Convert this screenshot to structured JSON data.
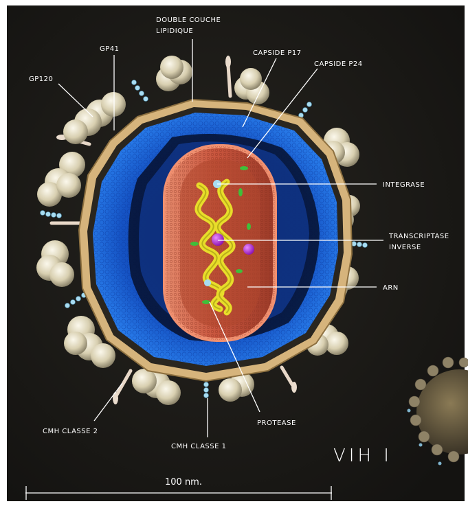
{
  "labels": {
    "double_couche_line1": "DOUBLE COUCHE",
    "double_couche_line2": "LIPIDIQUE",
    "gp41": "GP41",
    "gp120": "GP120",
    "capside_p17": "CAPSIDE P17",
    "capside_p24": "CAPSIDE P24",
    "integrase": "INTEGRASE",
    "transcriptase_line1": "TRANSCRIPTASE",
    "transcriptase_line2": "INVERSE",
    "arn": "ARN",
    "protease": "PROTEASE",
    "cmh_classe_2": "CMH CLASSE 2",
    "cmh_classe_1": "CMH CLASSE 1"
  },
  "title": "VIH I",
  "scale": {
    "label": "100 nm."
  },
  "colors": {
    "background": "#1b1a18",
    "envelope": "#d6b47c",
    "matrix_p17": "#1f6fe0",
    "capsid_p24": "#d9735a",
    "rna": "#e8dd2a",
    "enzyme_purple": "#b51fd8",
    "enzyme_cyan": "#9fd6ee",
    "spike_knob": "#ece5cc"
  }
}
